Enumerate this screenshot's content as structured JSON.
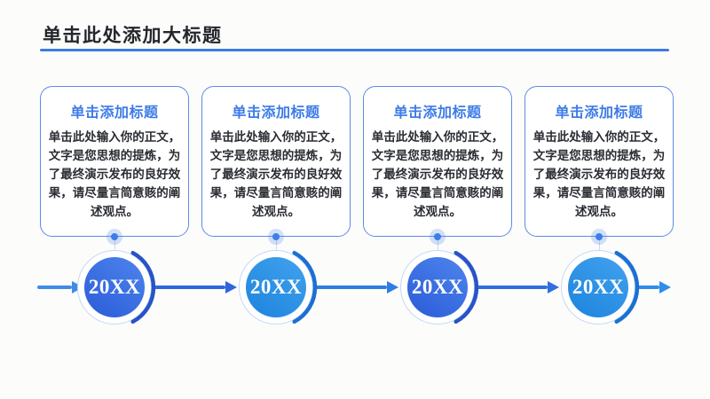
{
  "slide": {
    "title": "单击此处添加大标题",
    "steps": [
      {
        "heading": "单击添加标题",
        "body": "单击此处输入你的正文，文字是您思想的提炼，为了最终演示发布的良好效果，请尽量言简意赅的阐述观点。",
        "year": "20XX"
      },
      {
        "heading": "单击添加标题",
        "body": "单击此处输入你的正文，文字是您思想的提炼，为了最终演示发布的良好效果，请尽量言简意赅的阐述观点。",
        "year": "20XX"
      },
      {
        "heading": "单击添加标题",
        "body": "单击此处输入你的正文，文字是您思想的提炼，为了最终演示发布的良好效果，请尽量言简意赅的阐述观点。",
        "year": "20XX"
      },
      {
        "heading": "单击添加标题",
        "body": "单击此处输入你的正文，文字是您思想的提炼，为了最终演示发布的良好效果，请尽量言简意赅的阐述观点。",
        "year": "20XX"
      }
    ],
    "colors": {
      "title_text": "#23262B",
      "title_underline": "#3D7BE3",
      "card_border": "#5E8AE6",
      "card_heading": "#3D7BE8",
      "body_text": "#2A2D33",
      "timeline_blue": "#2F6FDF",
      "circle_royal": "#2C5ED8",
      "circle_azure": "#1F85DE",
      "arc_royal": "#2853C8",
      "arc_azure": "#1B70D2"
    }
  }
}
